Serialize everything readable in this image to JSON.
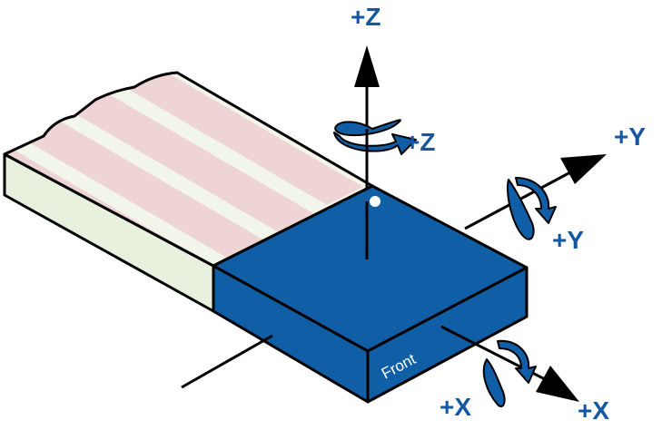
{
  "labels": {
    "z_axis": "+Z",
    "z_rotation": "+Z",
    "y_axis": "+Y",
    "y_rotation": "+Y",
    "x_axis": "+X",
    "x_rotation": "+X",
    "front_face": "Front"
  },
  "colors": {
    "label_text": "#1557a0",
    "block_face": "#0f5ea6",
    "arrow": "#000000",
    "strip_side": "#e8f0de",
    "strip_top": "#f2f6ea",
    "strip_stripe": "#efd4d6",
    "origin_dot": "#ffffff"
  }
}
